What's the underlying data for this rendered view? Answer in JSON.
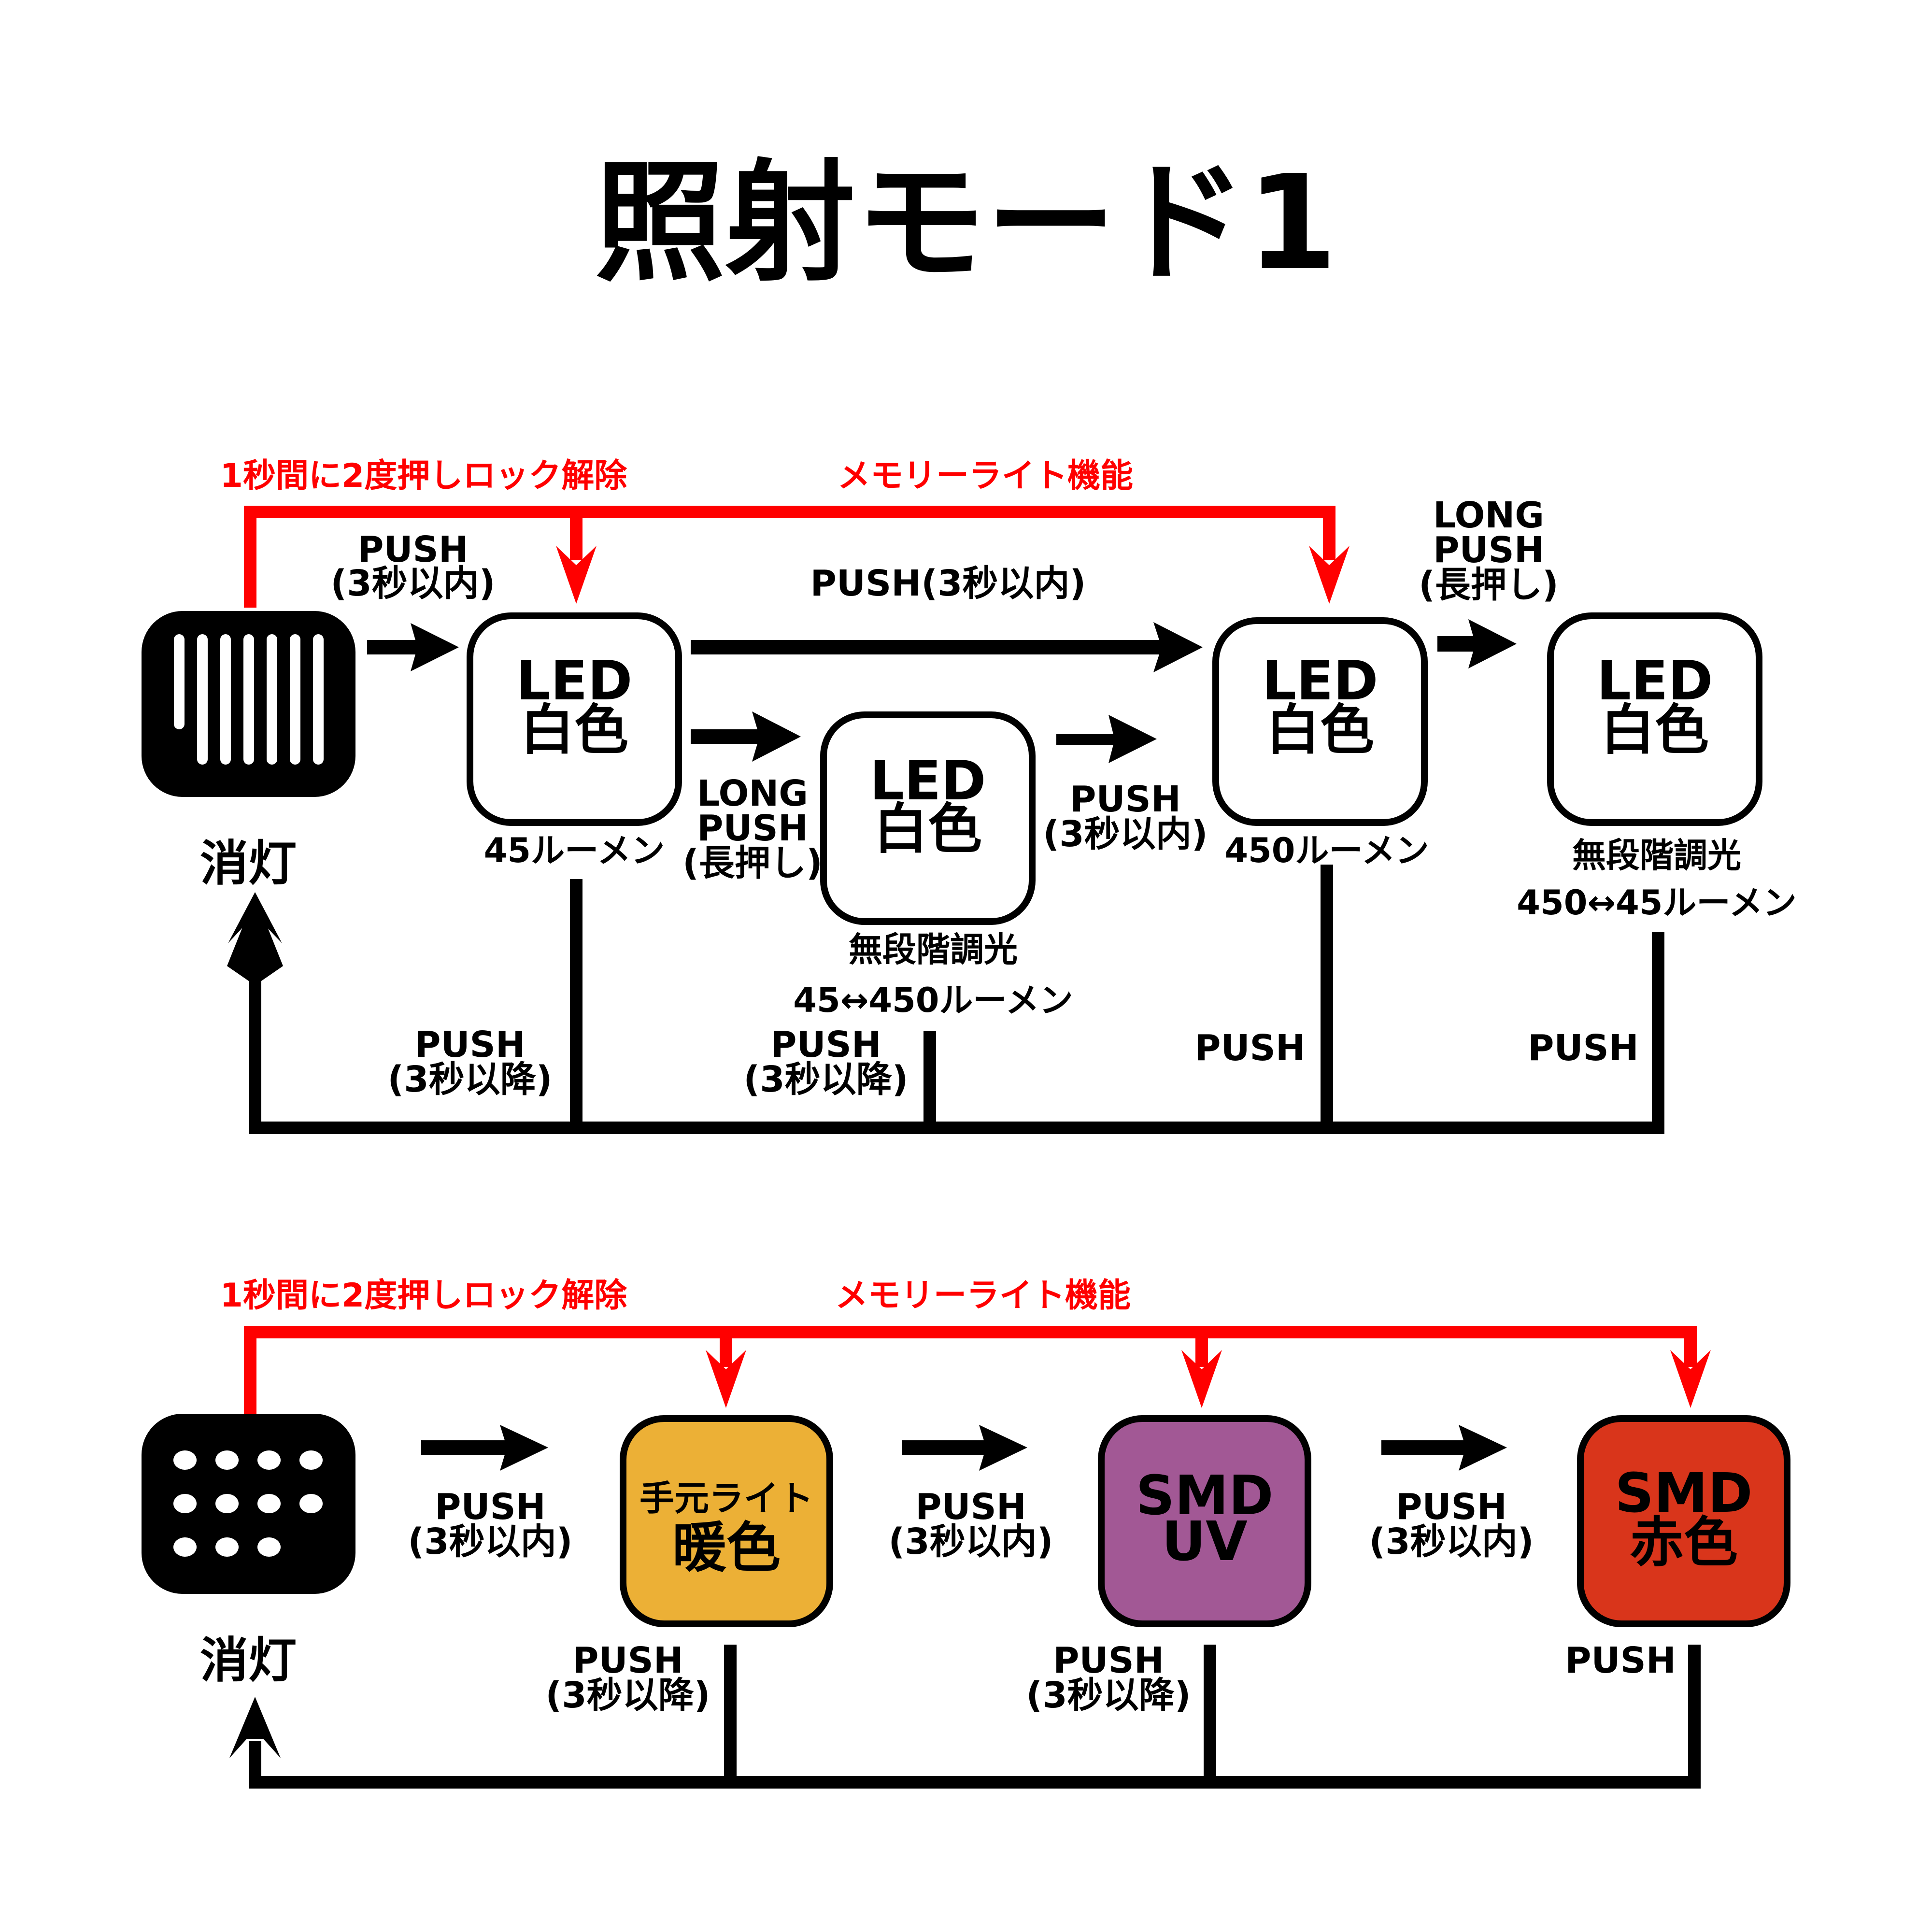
{
  "title": "照射モード1",
  "colors": {
    "red": "#ff0000",
    "black": "#000000",
    "warm": "#ecb036",
    "uv": "#a25895",
    "smd_red": "#d9351b",
    "white": "#ffffff"
  },
  "top_diagram": {
    "red_labels": {
      "lock": "1秒間に2度押しロック解除",
      "memory": "メモリーライト機能"
    },
    "off_node": {
      "label": "消灯",
      "icon": "vertical-bars-icon",
      "bars": 7
    },
    "nodes": [
      {
        "line1": "LED",
        "line2": "白色",
        "sub": [
          "45ルーメン"
        ]
      },
      {
        "line1": "LED",
        "line2": "白色",
        "sub": [
          "無段階調光",
          "45↔450ルーメン"
        ]
      },
      {
        "line1": "LED",
        "line2": "白色",
        "sub": [
          "450ルーメン"
        ]
      },
      {
        "line1": "LED",
        "line2": "白色",
        "sub": [
          "無段階調光",
          "450↔45ルーメン"
        ]
      }
    ],
    "transitions": {
      "off_to_1": [
        "PUSH",
        "(3秒以内)"
      ],
      "n1_to_n3": [
        "PUSH(3秒以内)"
      ],
      "n1_to_n2": [
        "LONG",
        "PUSH",
        "(長押し)"
      ],
      "n2_to_n3": [
        "PUSH",
        "(3秒以内)"
      ],
      "n3_to_n4": [
        "LONG",
        "PUSH",
        "(長押し)"
      ]
    },
    "returns": [
      [
        "PUSH",
        "(3秒以降)"
      ],
      [
        "PUSH",
        "(3秒以降)"
      ],
      [
        "PUSH"
      ],
      [
        "PUSH"
      ]
    ]
  },
  "bottom_diagram": {
    "red_labels": {
      "lock": "1秒間に2度押しロック解除",
      "memory": "メモリーライト機能"
    },
    "off_node": {
      "label": "消灯",
      "icon": "dot-grid-icon",
      "dots": 11
    },
    "nodes": [
      {
        "line1": "手元ライト",
        "line2": "暖色",
        "color_key": "warm"
      },
      {
        "line1": "SMD",
        "line2": "UV",
        "color_key": "uv"
      },
      {
        "line1": "SMD",
        "line2": "赤色",
        "color_key": "smd_red"
      }
    ],
    "transitions": [
      [
        "PUSH",
        "(3秒以内)"
      ],
      [
        "PUSH",
        "(3秒以内)"
      ],
      [
        "PUSH",
        "(3秒以内)"
      ]
    ],
    "returns": [
      [
        "PUSH",
        "(3秒以降)"
      ],
      [
        "PUSH",
        "(3秒以降)"
      ],
      [
        "PUSH"
      ]
    ]
  }
}
